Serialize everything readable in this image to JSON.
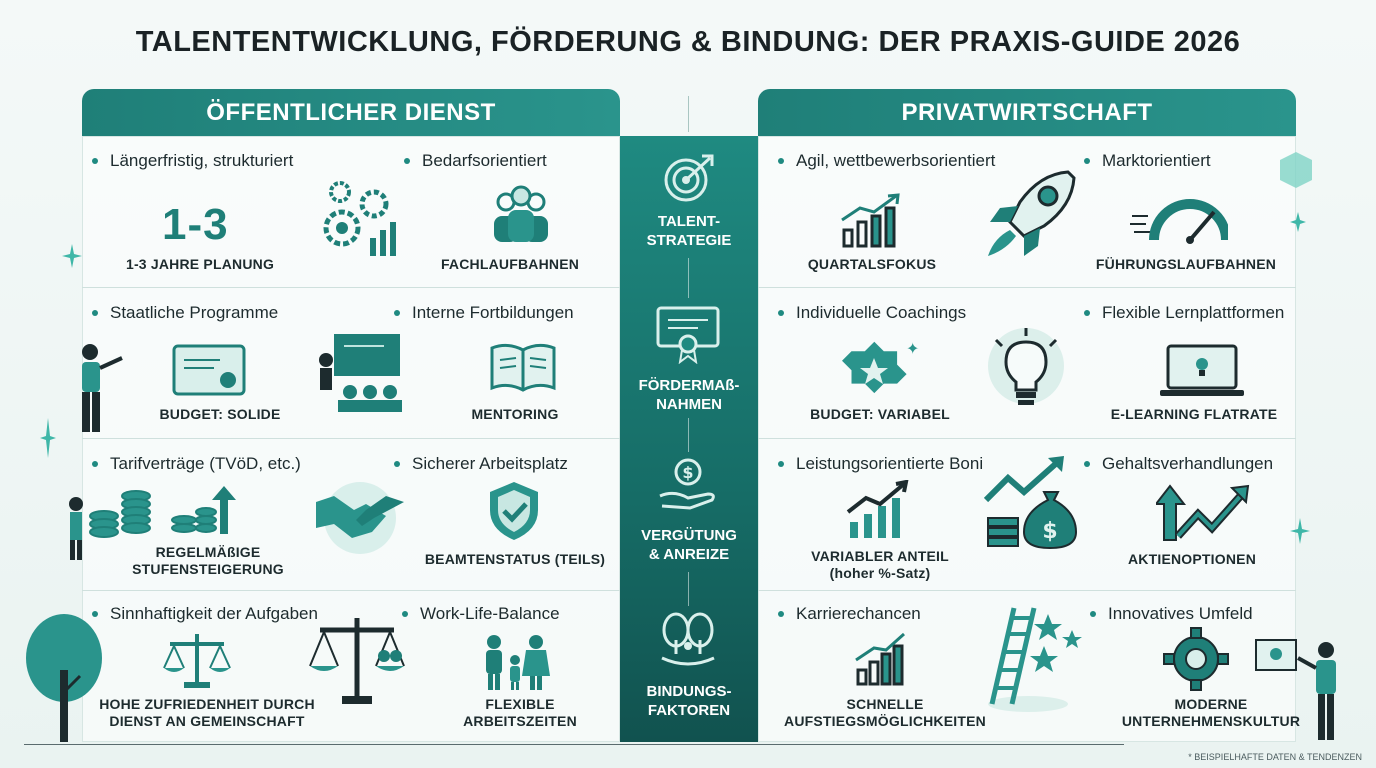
{
  "title": "TALENTENTWICKLUNG, FÖRDERUNG & BINDUNG: DER PRAXIS-GUIDE 2026",
  "left_header": "ÖFFENTLICHER DIENST",
  "right_header": "PRIVATWIRTSCHAFT",
  "center": {
    "row1": "TALENT-\nSTRATEGIE",
    "row2": "FÖRDERMAß-\nNAHMEN",
    "row3": "VERGÜTUNG\n& ANREIZE",
    "row4": "BINDUNGS-\nFAKTOREN"
  },
  "left": {
    "r1a": {
      "label": "Längerfristig, strukturiert",
      "number": "1-3",
      "caption": "1-3 JAHRE PLANUNG"
    },
    "r1b": {
      "label": "Bedarfsorientiert",
      "caption": "FACHLAUFBAHNEN"
    },
    "r2a": {
      "label": "Staatliche Programme",
      "caption": "BUDGET: SOLIDE"
    },
    "r2b": {
      "label": "Interne Fortbildungen",
      "caption": "MENTORING"
    },
    "r3a": {
      "label": "Tarifverträge (TVöD, etc.)",
      "caption": "REGELMÄßIGE\nSTUFENSTEIGERUNG"
    },
    "r3b": {
      "label": "Sicherer Arbeitsplatz",
      "caption": "BEAMTENSTATUS (TEILS)"
    },
    "r4a": {
      "label": "Sinnhaftigkeit der Aufgaben",
      "caption": "HOHE ZUFRIEDENHEIT DURCH\nDIENST AN GEMEINSCHAFT"
    },
    "r4b": {
      "label": "Work-Life-Balance",
      "caption": "FLEXIBLE\nARBEITSZEITEN"
    }
  },
  "right": {
    "r1a": {
      "label": "Agil, wettbewerbsorientiert",
      "caption": "QUARTALSFOKUS"
    },
    "r1b": {
      "label": "Marktorientiert",
      "caption": "FÜHRUNGSLAUFBAHNEN"
    },
    "r2a": {
      "label": "Individuelle Coachings",
      "caption": "BUDGET: VARIABEL"
    },
    "r2b": {
      "label": "Flexible Lernplattformen",
      "caption": "E-LEARNING FLATRATE"
    },
    "r3a": {
      "label": "Leistungsorientierte Boni",
      "caption": "VARIABLER ANTEIL\n(hoher %-Satz)"
    },
    "r3b": {
      "label": "Gehaltsverhandlungen",
      "caption": "AKTIENOPTIONEN"
    },
    "r4a": {
      "label": "Karrierechancen",
      "caption": "SCHNELLE\nAUFSTIEGSMÖGLICHKEITEN"
    },
    "r4b": {
      "label": "Innovatives Umfeld",
      "caption": "MODERNE\nUNTERNEHMENSKULTUR"
    }
  },
  "footnote": "* BEISPIELHAFTE DATEN & TENDENZEN",
  "colors": {
    "accent": "#1f7f78",
    "accent_light": "#2a948c",
    "dark": "#11524f"
  }
}
